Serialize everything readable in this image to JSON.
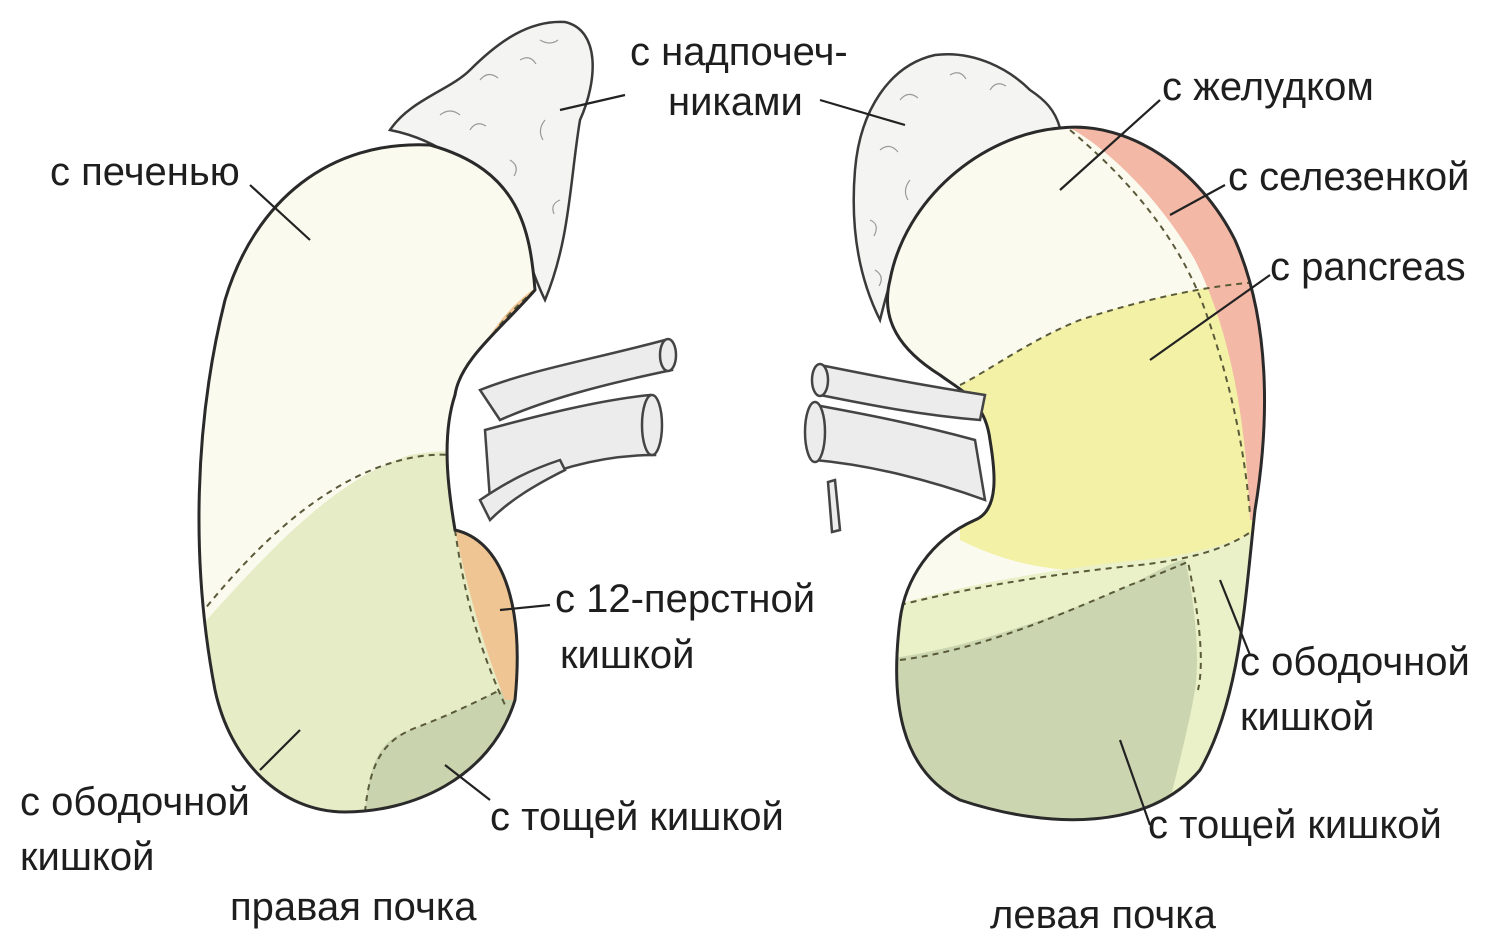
{
  "labels": {
    "adrenal_line1": "с надпочеч-",
    "adrenal_line2": "никами",
    "right_liver": "с печенью",
    "right_duodenum_line1": "с 12-перстной",
    "right_duodenum_line2": "кишкой",
    "right_colon_line1": "с ободочной",
    "right_colon_line2": "кишкой",
    "right_jejunum": "с тощей кишкой",
    "right_kidney_title": "правая почка",
    "left_stomach": "с желудком",
    "left_spleen": "с селезенкой",
    "left_pancreas": "с pancreas",
    "left_colon_line1": "с ободочной",
    "left_colon_line2": "кишкой",
    "left_jejunum": "с тощей кишкой",
    "left_kidney_title": "левая почка"
  },
  "colors": {
    "liver_zone": "#fbfaee",
    "duodenum_zone": "#efc593",
    "colon_zone": "#e6ecc6",
    "jejunum_zone": "#c9d3ae",
    "stomach_zone": "#fbfaee",
    "spleen_zone": "#f3b9a6",
    "pancreas_zone": "#f2f1a6",
    "left_colon_zone": "#eaf0c8",
    "left_jejunum_zone": "#cbd6b0",
    "adrenal": "#f4f4f2"
  }
}
